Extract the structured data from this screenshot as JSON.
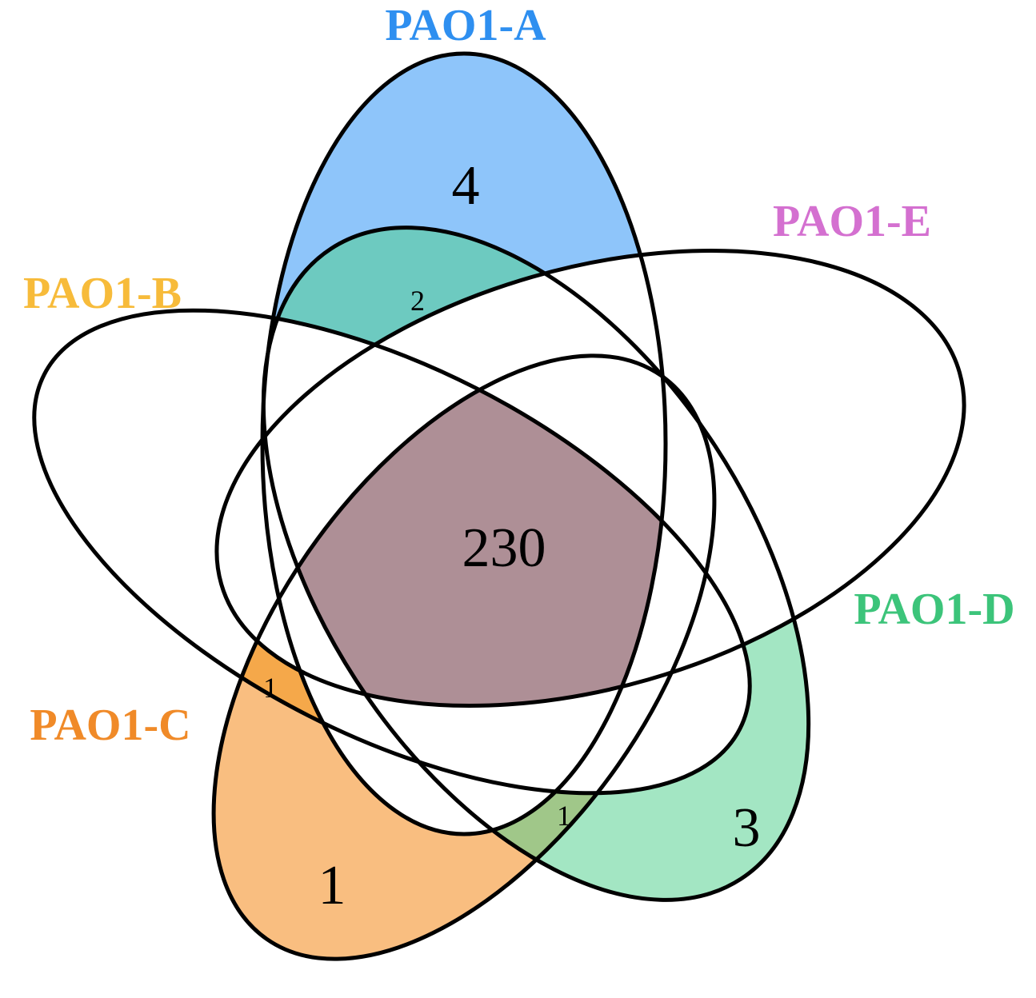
{
  "diagram": {
    "type": "venn-5",
    "sets": [
      {
        "key": "A",
        "label": "PAO1-A",
        "color": "#2e8ff0",
        "fill": "#8ec5fa"
      },
      {
        "key": "B",
        "label": "PAO1-B",
        "color": "#f7bb3a",
        "fill": "#ffffff"
      },
      {
        "key": "C",
        "label": "PAO1-C",
        "color": "#f08a28",
        "fill": "#f9be80"
      },
      {
        "key": "D",
        "label": "PAO1-D",
        "color": "#3cc47a",
        "fill": "#a3e6c3"
      },
      {
        "key": "E",
        "label": "PAO1-E",
        "color": "#d470d0",
        "fill": "#ffffff"
      }
    ],
    "regions": [
      {
        "sets": [
          "A"
        ],
        "count": "4"
      },
      {
        "sets": [
          "A",
          "D"
        ],
        "count": "2"
      },
      {
        "sets": [
          "A",
          "B",
          "C",
          "D",
          "E"
        ],
        "count": "230"
      },
      {
        "sets": [
          "B",
          "C"
        ],
        "count": "1"
      },
      {
        "sets": [
          "C"
        ],
        "count": "1"
      },
      {
        "sets": [
          "C",
          "D"
        ],
        "count": "1"
      },
      {
        "sets": [
          "D"
        ],
        "count": "3"
      }
    ],
    "region_colors": {
      "A_AD": "#6dcac0",
      "core": "#ae8f96",
      "BC": "#f5a84a",
      "CD": "#a0c789"
    }
  }
}
